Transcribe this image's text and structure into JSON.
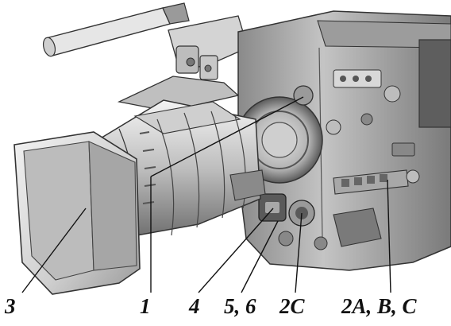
{
  "callouts": {
    "c3": "3",
    "c1": "1",
    "c4": "4",
    "c56": "5, 6",
    "c2c": "2C",
    "c2abc": "2A, B, C"
  },
  "colors": {
    "ink": "#111111",
    "body_light": "#dcdcdc",
    "body_mid": "#a8a8a8",
    "body_dark": "#4a4a4a"
  }
}
